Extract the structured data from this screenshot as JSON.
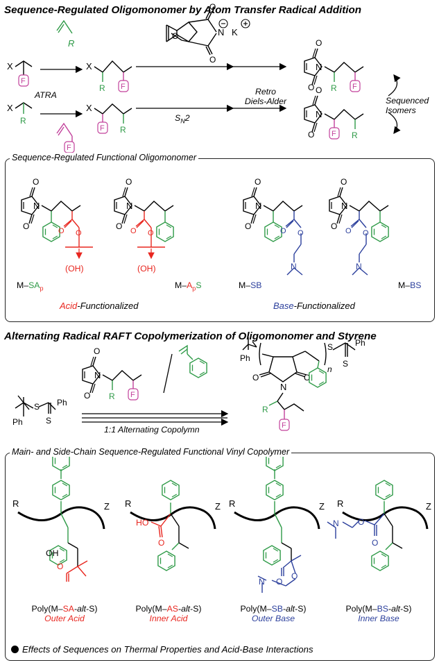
{
  "titles": {
    "top": "Sequence-Regulated Oligomonomer by Atom Transfer Radical Addition",
    "middle": "Alternating Radical RAFT Copolymerization of Oligomonomer and Styrene"
  },
  "scheme1": {
    "atra": "ATRA",
    "sn2_main": "S",
    "sn2_sub": "N",
    "sn2_tail": "2",
    "retro_line1": "Retro",
    "retro_line2": "Diels-Alder",
    "sequenced_line1": "Sequenced",
    "sequenced_line2": "Isomers",
    "k_label": "K",
    "f_label": "F",
    "r_label": "R",
    "x_label": "X",
    "n_label": "N",
    "o_label": "O"
  },
  "panel1": {
    "title": "Sequence-Regulated Functional Oligomonomer",
    "compounds": [
      {
        "prefix": "M–",
        "part1": "SA",
        "sub": "p",
        "part2": ""
      },
      {
        "prefix": "M–",
        "part1": "A",
        "sub": "p",
        "part2": "S"
      },
      {
        "prefix": "M–",
        "part1": "SB",
        "sub": "",
        "part2": ""
      },
      {
        "prefix": "M–",
        "part1": "BS",
        "sub": "",
        "part2": ""
      }
    ],
    "oh": "(OH)",
    "acid_word": "Acid",
    "acid_suffix": "-Functionalized",
    "base_word": "Base",
    "base_suffix": "-Functionalized"
  },
  "scheme2": {
    "s_label": "S",
    "ph_label": "Ph",
    "n_sub": "n",
    "alternating": "1:1 Alternating Copolymn"
  },
  "panel2": {
    "title": "Main- and Side-Chain Sequence-Regulated Functional Vinyl Copolymer",
    "r_label": "R",
    "z_label": "Z",
    "ho": "HO",
    "oh": "OH",
    "polymers": [
      {
        "poly": "Poly(M–",
        "seq": "SA",
        "dash": "-",
        "alt": "alt",
        "end": "-S)",
        "desc": "Outer Acid"
      },
      {
        "poly": "Poly(M–",
        "seq": "AS",
        "dash": "-",
        "alt": "alt",
        "end": "-S)",
        "desc": "Inner Acid"
      },
      {
        "poly": "Poly(M–",
        "seq": "SB",
        "dash": "-",
        "alt": "alt",
        "end": "-S)",
        "desc": "Outer Base"
      },
      {
        "poly": "Poly(M–",
        "seq": "BS",
        "dash": "-",
        "alt": "alt",
        "end": "-S)",
        "desc": "Inner Base"
      }
    ]
  },
  "bullet": "Effects of Sequences on Thermal Properties and Acid-Base Interactions",
  "colors": {
    "green": "#2e9a47",
    "pink": "#c2419b",
    "red": "#e8261f",
    "blue": "#2b3f9c"
  }
}
